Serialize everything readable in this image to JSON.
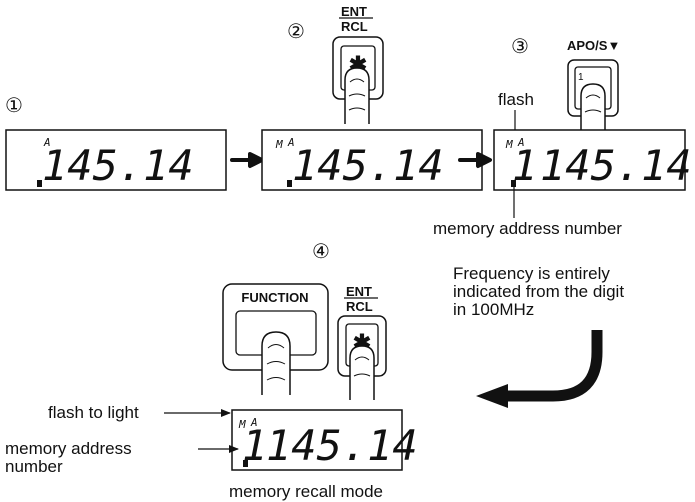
{
  "steps": {
    "one": "①",
    "two": "②",
    "three": "③",
    "four": "④"
  },
  "display": {
    "frequency": "145.14",
    "vfo_marker": "A",
    "mem_marker": "M",
    "address_digit": "1"
  },
  "keys": {
    "ent_label": "ENT",
    "rcl_label": "RCL",
    "apo_label": "APO/S▼",
    "apo_key_text": "1",
    "function_label": "FUNCTION",
    "star": "✱"
  },
  "annotations": {
    "flash": "flash",
    "memory_address_number": "memory address number",
    "freq_note_line1": "Frequency is entirely",
    "freq_note_line2": "indicated from the digit",
    "freq_note_line3": "in 100MHz",
    "flash_to_light": "flash to light",
    "mem_addr_line1": "memory address",
    "mem_addr_line2": "number",
    "recall_mode": "memory recall mode"
  }
}
